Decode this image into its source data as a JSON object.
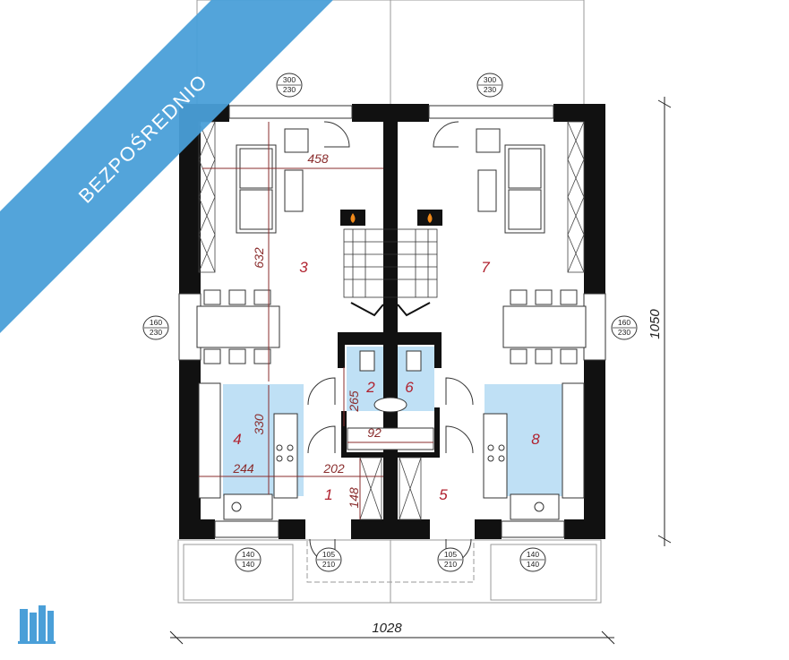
{
  "banner": {
    "text": "BEZPOŚREDNIO",
    "color": "#4a9fd8"
  },
  "overall_dimensions": {
    "width": "1028",
    "depth": "1050"
  },
  "room_numbers": [
    "1",
    "2",
    "3",
    "4",
    "5",
    "6",
    "7",
    "8"
  ],
  "interior_dimensions": {
    "living_width": "458",
    "living_depth": "632",
    "kitchen_depth": "330",
    "kitchen_width": "244",
    "hall_width": "202",
    "hall_depth": "148",
    "bath_depth": "265",
    "bath_width": "92"
  },
  "window_labels": {
    "top_left": [
      "300",
      "230"
    ],
    "top_right": [
      "300",
      "230"
    ],
    "side_left": [
      "160",
      "230"
    ],
    "side_right": [
      "160",
      "230"
    ],
    "kitchen_left": [
      "140",
      "140"
    ],
    "kitchen_right": [
      "140",
      "140"
    ],
    "door_left": [
      "105",
      "210"
    ],
    "door_right": [
      "105",
      "210"
    ]
  },
  "colors": {
    "wall": "#111111",
    "floor_blue": "#bfe0f5",
    "dimension": "#8a2d2d",
    "room_number": "#b0222f"
  },
  "icons": [
    "fireplace-icon",
    "logo-icon"
  ]
}
